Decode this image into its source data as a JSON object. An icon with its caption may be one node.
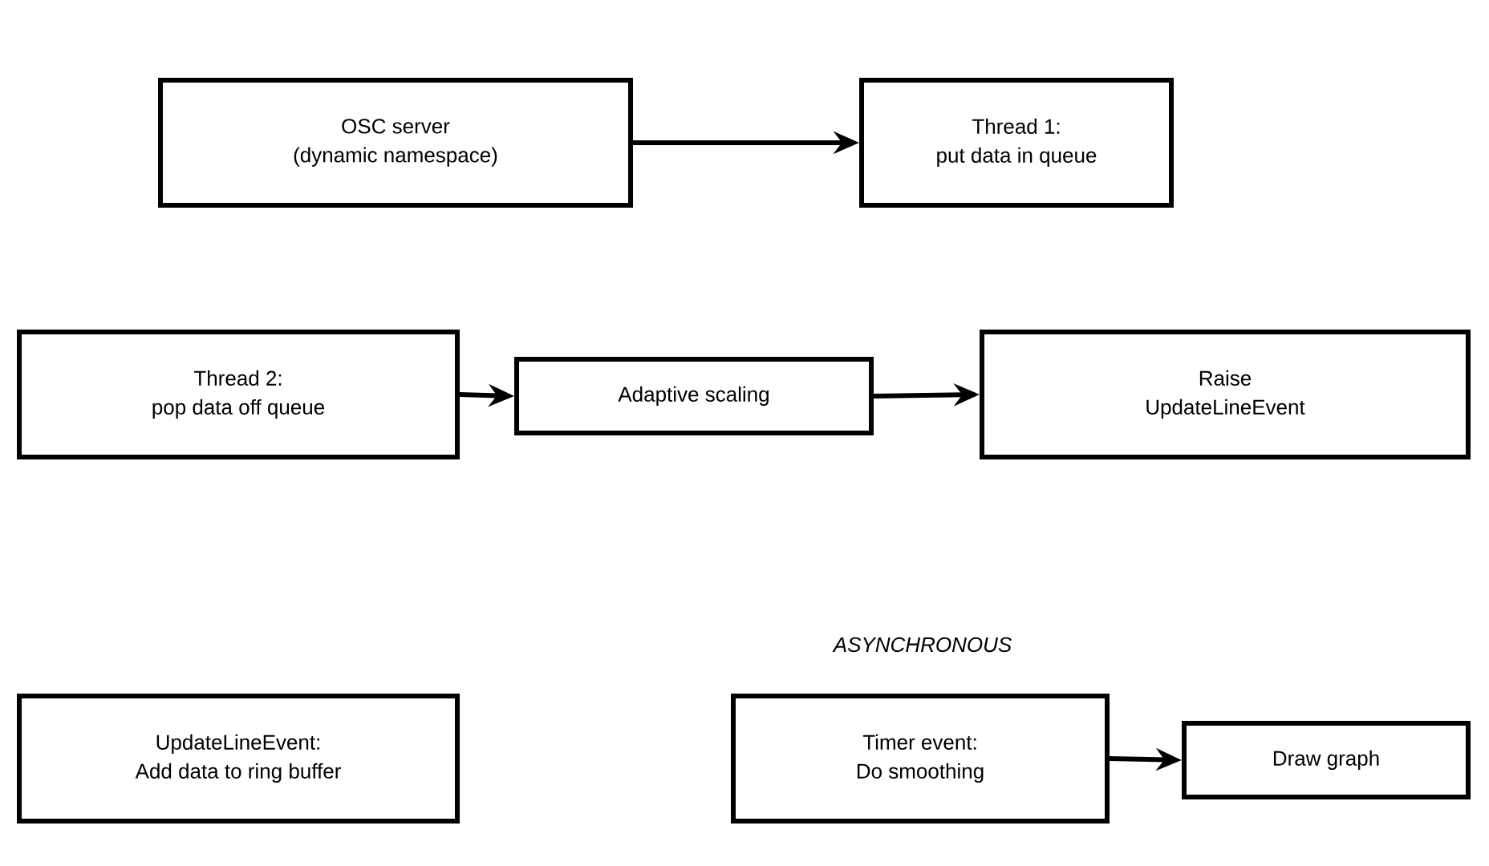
{
  "diagram": {
    "nodes": [
      {
        "text": [
          "OSC server",
          "(dynamic namespace)"
        ]
      },
      {
        "text": [
          "Thread 1:",
          "put data in queue"
        ]
      },
      {
        "text": [
          "Thread 2:",
          "pop data off queue"
        ]
      },
      {
        "text": [
          "Adaptive scaling"
        ]
      },
      {
        "text": [
          "Raise",
          "UpdateLineEvent"
        ]
      },
      {
        "text": [
          "UpdateLineEvent:",
          "Add data to ring buffer"
        ]
      },
      {
        "text": [
          "Timer event:",
          "Do smoothing"
        ]
      },
      {
        "text": [
          "Draw graph"
        ]
      }
    ],
    "edges": [
      {
        "from": 0,
        "to": 1,
        "arrow": "to"
      },
      {
        "from": 2,
        "to": 3,
        "arrow": "to"
      },
      {
        "from": 3,
        "to": 4,
        "arrow": "to"
      },
      {
        "from": 6,
        "to": 7,
        "arrow": "to"
      }
    ],
    "labels": [
      "*ASYNCHRONOUS*"
    ]
  }
}
